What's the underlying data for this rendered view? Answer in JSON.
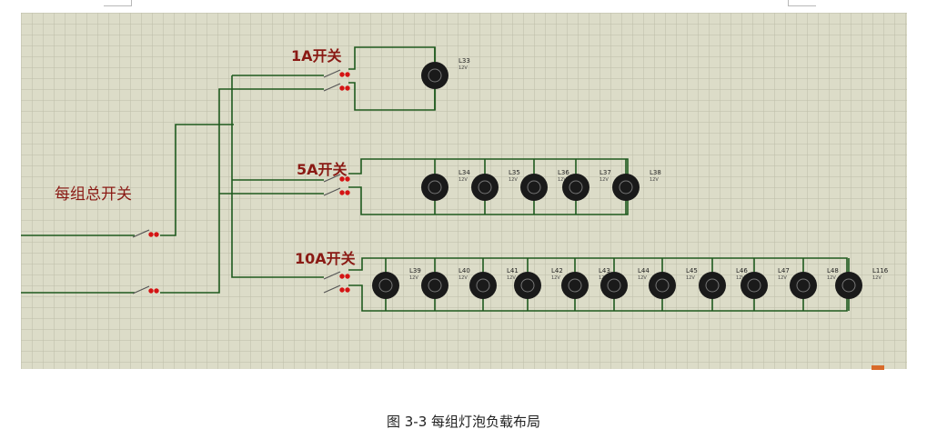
{
  "diagram": {
    "labels": {
      "master_switch": "每组总开关",
      "group_1a": "1A开关",
      "group_5a": "5A开关",
      "group_10a": "10A开关"
    },
    "bulb_value": "12V",
    "groups": [
      {
        "id": "1a",
        "bulbs": [
          "L33"
        ]
      },
      {
        "id": "5a",
        "bulbs": [
          "L34",
          "L35",
          "L36",
          "L37",
          "L38"
        ]
      },
      {
        "id": "10a",
        "bulbs": [
          "L39",
          "L40",
          "L41",
          "L42",
          "L43",
          "L44",
          "L45",
          "L46",
          "L47",
          "L48",
          "L116"
        ]
      }
    ],
    "colors": {
      "grid_background": "#dcdcc8",
      "grid_line": "#bdbda7",
      "wire": "#1e5a1e",
      "terminal": "#d41414",
      "label": "#8a1a14",
      "bulb": "#1a1a1a"
    }
  },
  "caption": "图 3-3 每组灯泡负载布局"
}
